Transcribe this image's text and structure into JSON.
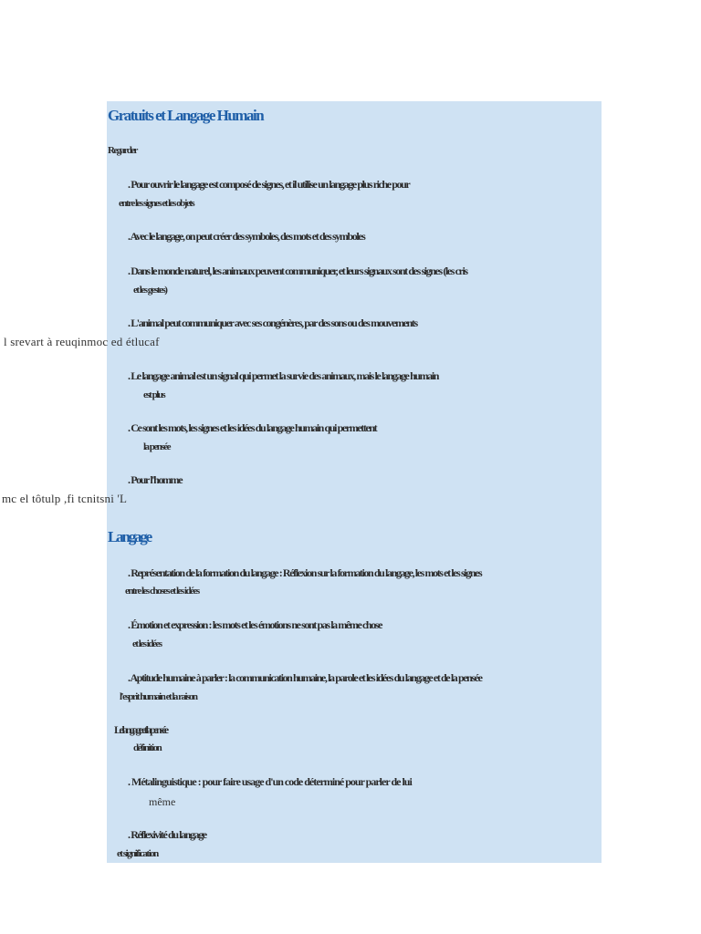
{
  "title": "Gratuits et Langage Humain",
  "section_a": {
    "label": "Regarder",
    "items": [
      {
        "line1": ". Pour ouvrir le langage est composé de signes, et il utilise un langage plus riche pour",
        "line2": "entre les signes et les objets"
      },
      {
        "line1": ". Avec le langage, on peut créer des symboles, des mots et des symboles",
        "line2": ""
      },
      {
        "line1": ". Dans le monde naturel, les animaux peuvent communiquer, et leurs signaux sont des signes (les cris",
        "line2": "et les gestes)"
      },
      {
        "line1": ". L'animal peut communiquer avec ses congénères, par des sons ou des mouvements",
        "line2": ""
      },
      {
        "line1": ". Le langage animal est un signal qui permet la survie des animaux, mais le langage humain",
        "line2": "est plus"
      },
      {
        "line1": ". Ce sont les mots, les signes et les idées du langage humain qui permettent",
        "line2": "la pensée"
      },
      {
        "line1": ". Pour l'homme",
        "line2": ""
      }
    ]
  },
  "mirrored_1": "l srevart à reuqinmoc ed étlucaf",
  "mirrored_2": "mc el tôtulp ,fi tcnitsni 'L",
  "section_b": {
    "label": "Langage",
    "items": [
      {
        "line1": ". Représentation de la formation du langage : Réflexion sur la formation du langage, les mots et les signes",
        "line2": "entre les choses et les idées"
      },
      {
        "line1": ". Émotion et expression : les mots et les émotions ne sont pas la même chose",
        "line2": "et les idées"
      },
      {
        "line1": ". Aptitude humaine à parler : la communication humaine, la parole et les idées du langage et de la pensée",
        "line2": "l'esprit humain et la raison"
      },
      {
        "line1": "Le langage et la pensée",
        "line2": "définition"
      },
      {
        "line1": ". Métalinguistique : pour faire usage d'un code déterminé pour parler de lui",
        "line2": "même"
      },
      {
        "line1": ". Réflexivité du langage",
        "line2": "et signification"
      }
    ]
  }
}
